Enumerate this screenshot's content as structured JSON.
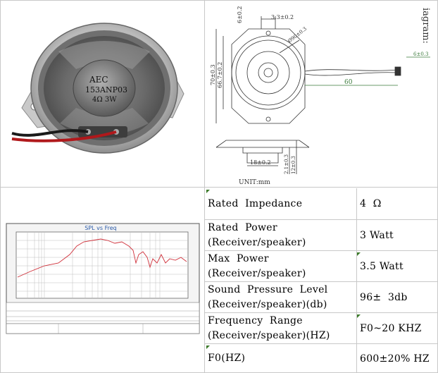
{
  "drawing": {
    "unit_label": "UNIT:mm",
    "side_title": "iagram:",
    "dims": {
      "d1": "3.3±0.2",
      "d2": "6±0.2",
      "d3": "70±0.3",
      "d4": "66.7±0.2",
      "d5": "Ø90±0.3",
      "d6": "60",
      "d7": "6±0.3",
      "d8": "18±0.2",
      "d9": "2.1±0.3",
      "d10": "12±0.3"
    }
  },
  "graph": {
    "title": "SPL vs Freq"
  },
  "photo": {
    "brand": "AEC",
    "model": "153ANP03",
    "rating": "4Ω  3W"
  },
  "specs": [
    {
      "label": "Rated  Impedance",
      "value": "4  Ω"
    },
    {
      "label": "Rated  Power\n(Receiver/speaker)",
      "value": "3 Watt"
    },
    {
      "label": "Max  Power\n(Receiver/speaker)",
      "value": "3.5 Watt"
    },
    {
      "label": "Sound  Pressure  Level\n(Receiver/speaker)(db)",
      "value": "96±  3db"
    },
    {
      "label": "Frequency  Range\n(Receiver/speaker)(HZ)",
      "value": "F0~20 KHZ"
    },
    {
      "label": "F0(HZ)",
      "value": "600±20% HZ"
    }
  ]
}
